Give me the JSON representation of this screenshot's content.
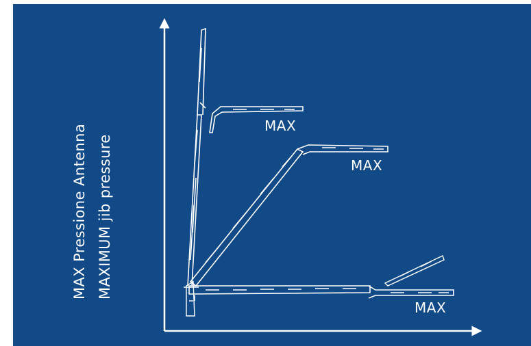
{
  "diagram": {
    "y_axis_label_line1": "MAX Pressione Antenna",
    "y_axis_label_line2": "MAXIMUM jib pressure",
    "boom_positions": [
      {
        "name": "vertical",
        "label": "MAX"
      },
      {
        "name": "diagonal",
        "label": "MAX"
      },
      {
        "name": "horizontal",
        "label": "MAX"
      }
    ],
    "colors": {
      "background": "#114a86",
      "line": "#ffffff"
    }
  }
}
